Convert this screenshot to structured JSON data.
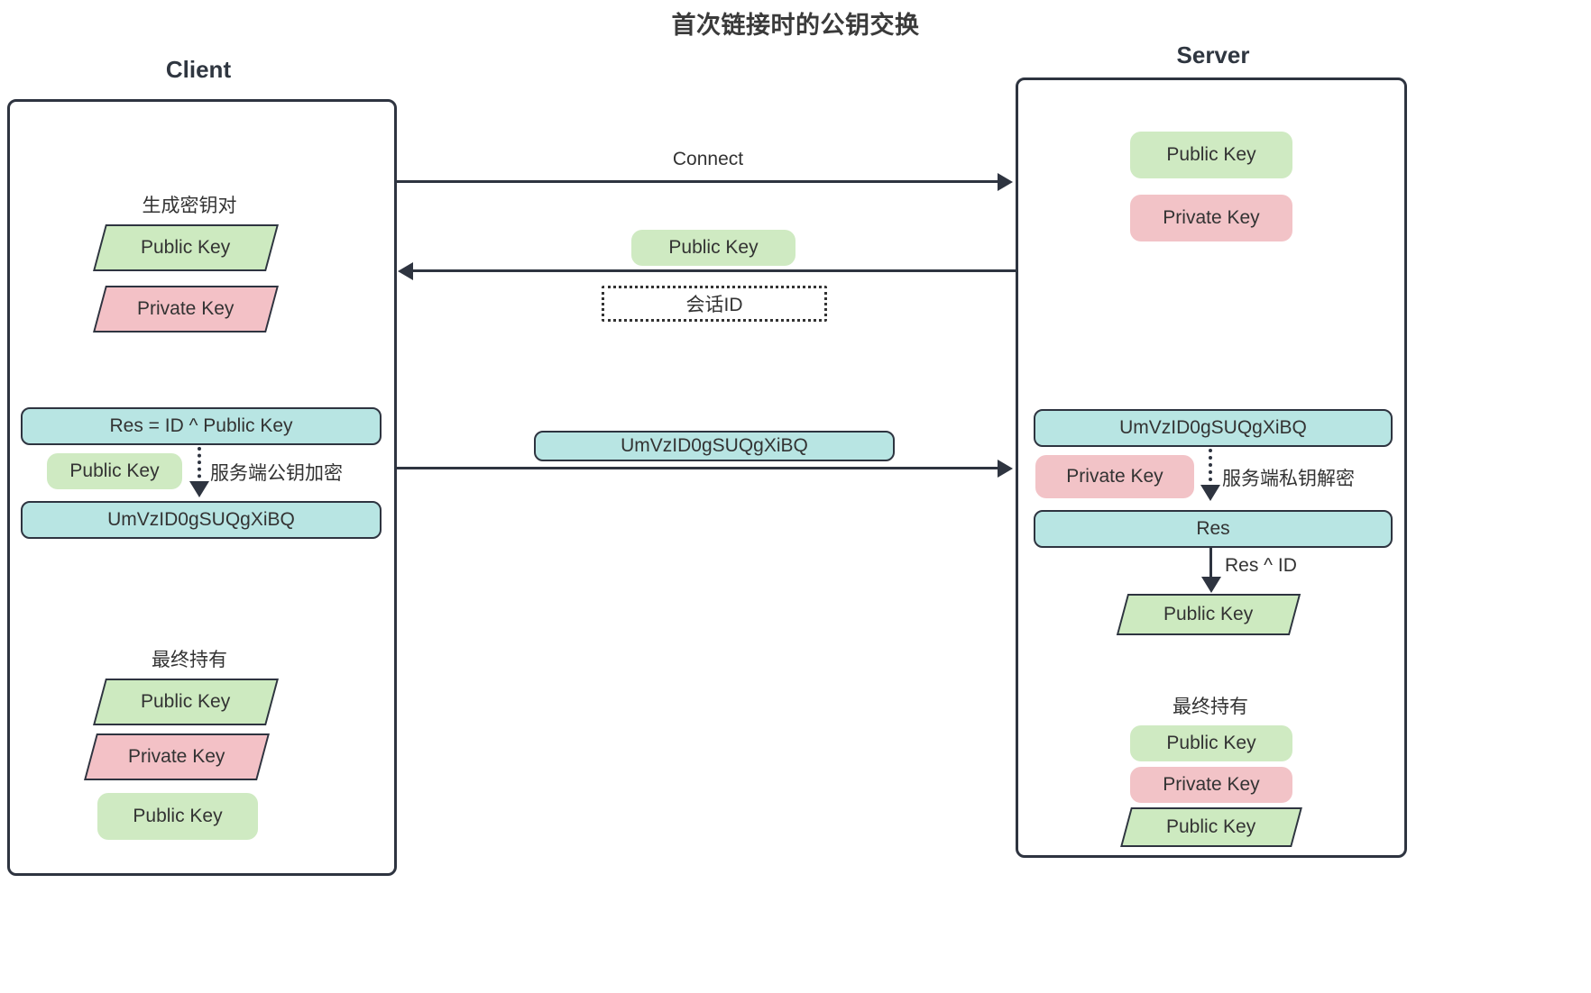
{
  "title": "首次链接时的公钥交换",
  "parties": {
    "client": {
      "name": "Client",
      "gen_label": "生成密钥对",
      "gen_keys": [
        {
          "text": "Public Key",
          "shape": "parallelogram",
          "color": "green"
        },
        {
          "text": "Private Key",
          "shape": "parallelogram",
          "color": "red"
        }
      ],
      "compute_box": "Res = ID ^ Public Key",
      "server_pubkey_chip": "Public Key",
      "encrypt_label": "服务端公钥加密",
      "cipher_box": "UmVzID0gSUQgXiBQ",
      "final_label": "最终持有",
      "final_keys": [
        {
          "text": "Public Key",
          "shape": "parallelogram",
          "color": "green"
        },
        {
          "text": "Private Key",
          "shape": "parallelogram",
          "color": "red"
        },
        {
          "text": "Public Key",
          "shape": "soft",
          "color": "green"
        }
      ]
    },
    "server": {
      "name": "Server",
      "own_keys": [
        {
          "text": "Public Key",
          "shape": "soft",
          "color": "green"
        },
        {
          "text": "Private Key",
          "shape": "soft",
          "color": "red"
        }
      ],
      "cipher_box": "UmVzID0gSUQgXiBQ",
      "private_key_chip": "Private Key",
      "decrypt_label": "服务端私钥解密",
      "res_box": "Res",
      "xor_label": "Res ^ ID",
      "recovered_key": {
        "text": "Public Key",
        "shape": "parallelogram",
        "color": "green"
      },
      "final_label": "最终持有",
      "final_keys": [
        {
          "text": "Public Key",
          "shape": "soft",
          "color": "green"
        },
        {
          "text": "Private Key",
          "shape": "soft",
          "color": "red"
        },
        {
          "text": "Public Key",
          "shape": "parallelogram",
          "color": "green"
        }
      ]
    }
  },
  "messages": {
    "connect": "Connect",
    "pubkey_payload": "Public Key",
    "session_id": "会话ID",
    "cipher_payload": "UmVzID0gSUQgXiBQ"
  },
  "colors": {
    "green": "#cdeac0",
    "red": "#f3c1c6",
    "cyan": "#b8e5e3",
    "stroke": "#2e3440",
    "text": "#333333"
  }
}
